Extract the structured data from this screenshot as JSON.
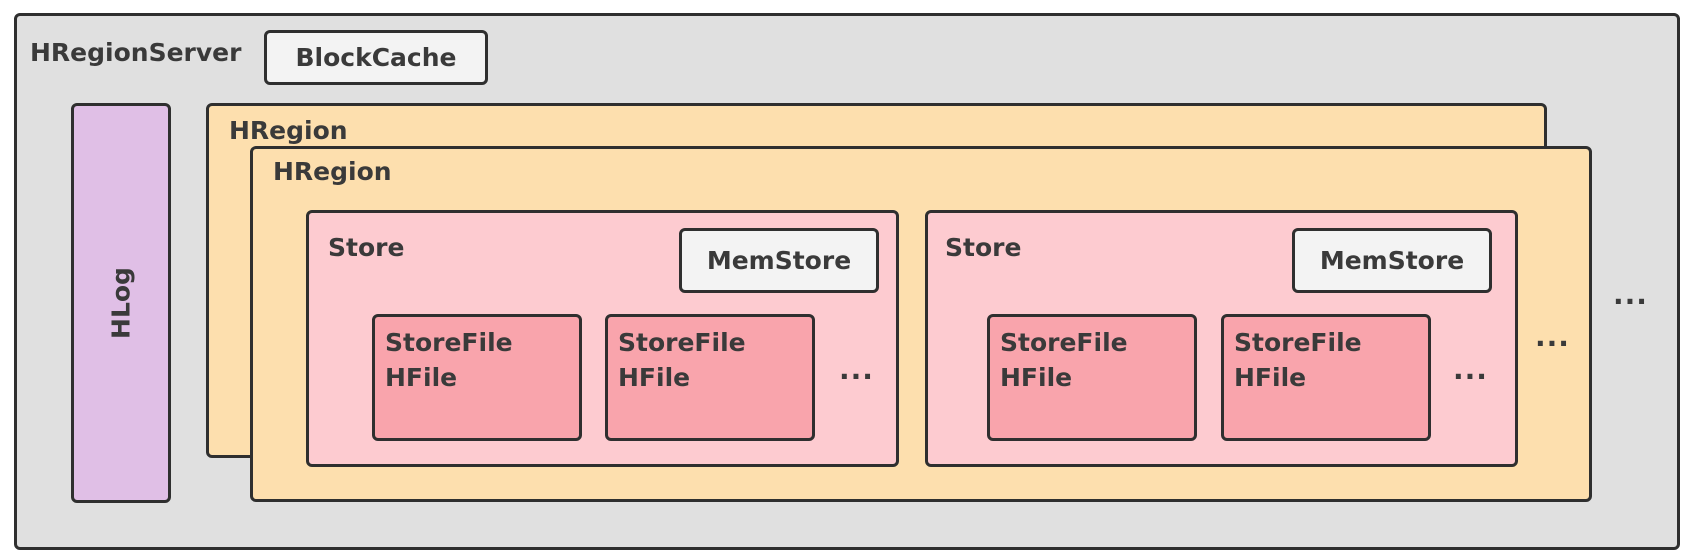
{
  "server": {
    "label": "HRegionServer"
  },
  "blockcache": {
    "label": "BlockCache"
  },
  "hlog": {
    "label": "HLog"
  },
  "regions": [
    {
      "label": "HRegion"
    },
    {
      "label": "HRegion"
    }
  ],
  "stores": [
    {
      "label": "Store",
      "memstore": "MemStore",
      "storefiles": [
        {
          "line1": "StoreFile",
          "line2": "HFile"
        },
        {
          "line1": "StoreFile",
          "line2": "HFile"
        }
      ],
      "more": "..."
    },
    {
      "label": "Store",
      "memstore": "MemStore",
      "storefiles": [
        {
          "line1": "StoreFile",
          "line2": "HFile"
        },
        {
          "line1": "StoreFile",
          "line2": "HFile"
        }
      ],
      "more": "..."
    }
  ],
  "more_stores": "...",
  "more_regions": "...",
  "colors": {
    "server_bg": "#e0e0e0",
    "hlog_bg": "#e0bfe6",
    "region_bg": "#fddfae",
    "store_bg": "#fdcbd0",
    "storefile_bg": "#f9a4ac",
    "memstore_bg": "#f3f3f3"
  }
}
